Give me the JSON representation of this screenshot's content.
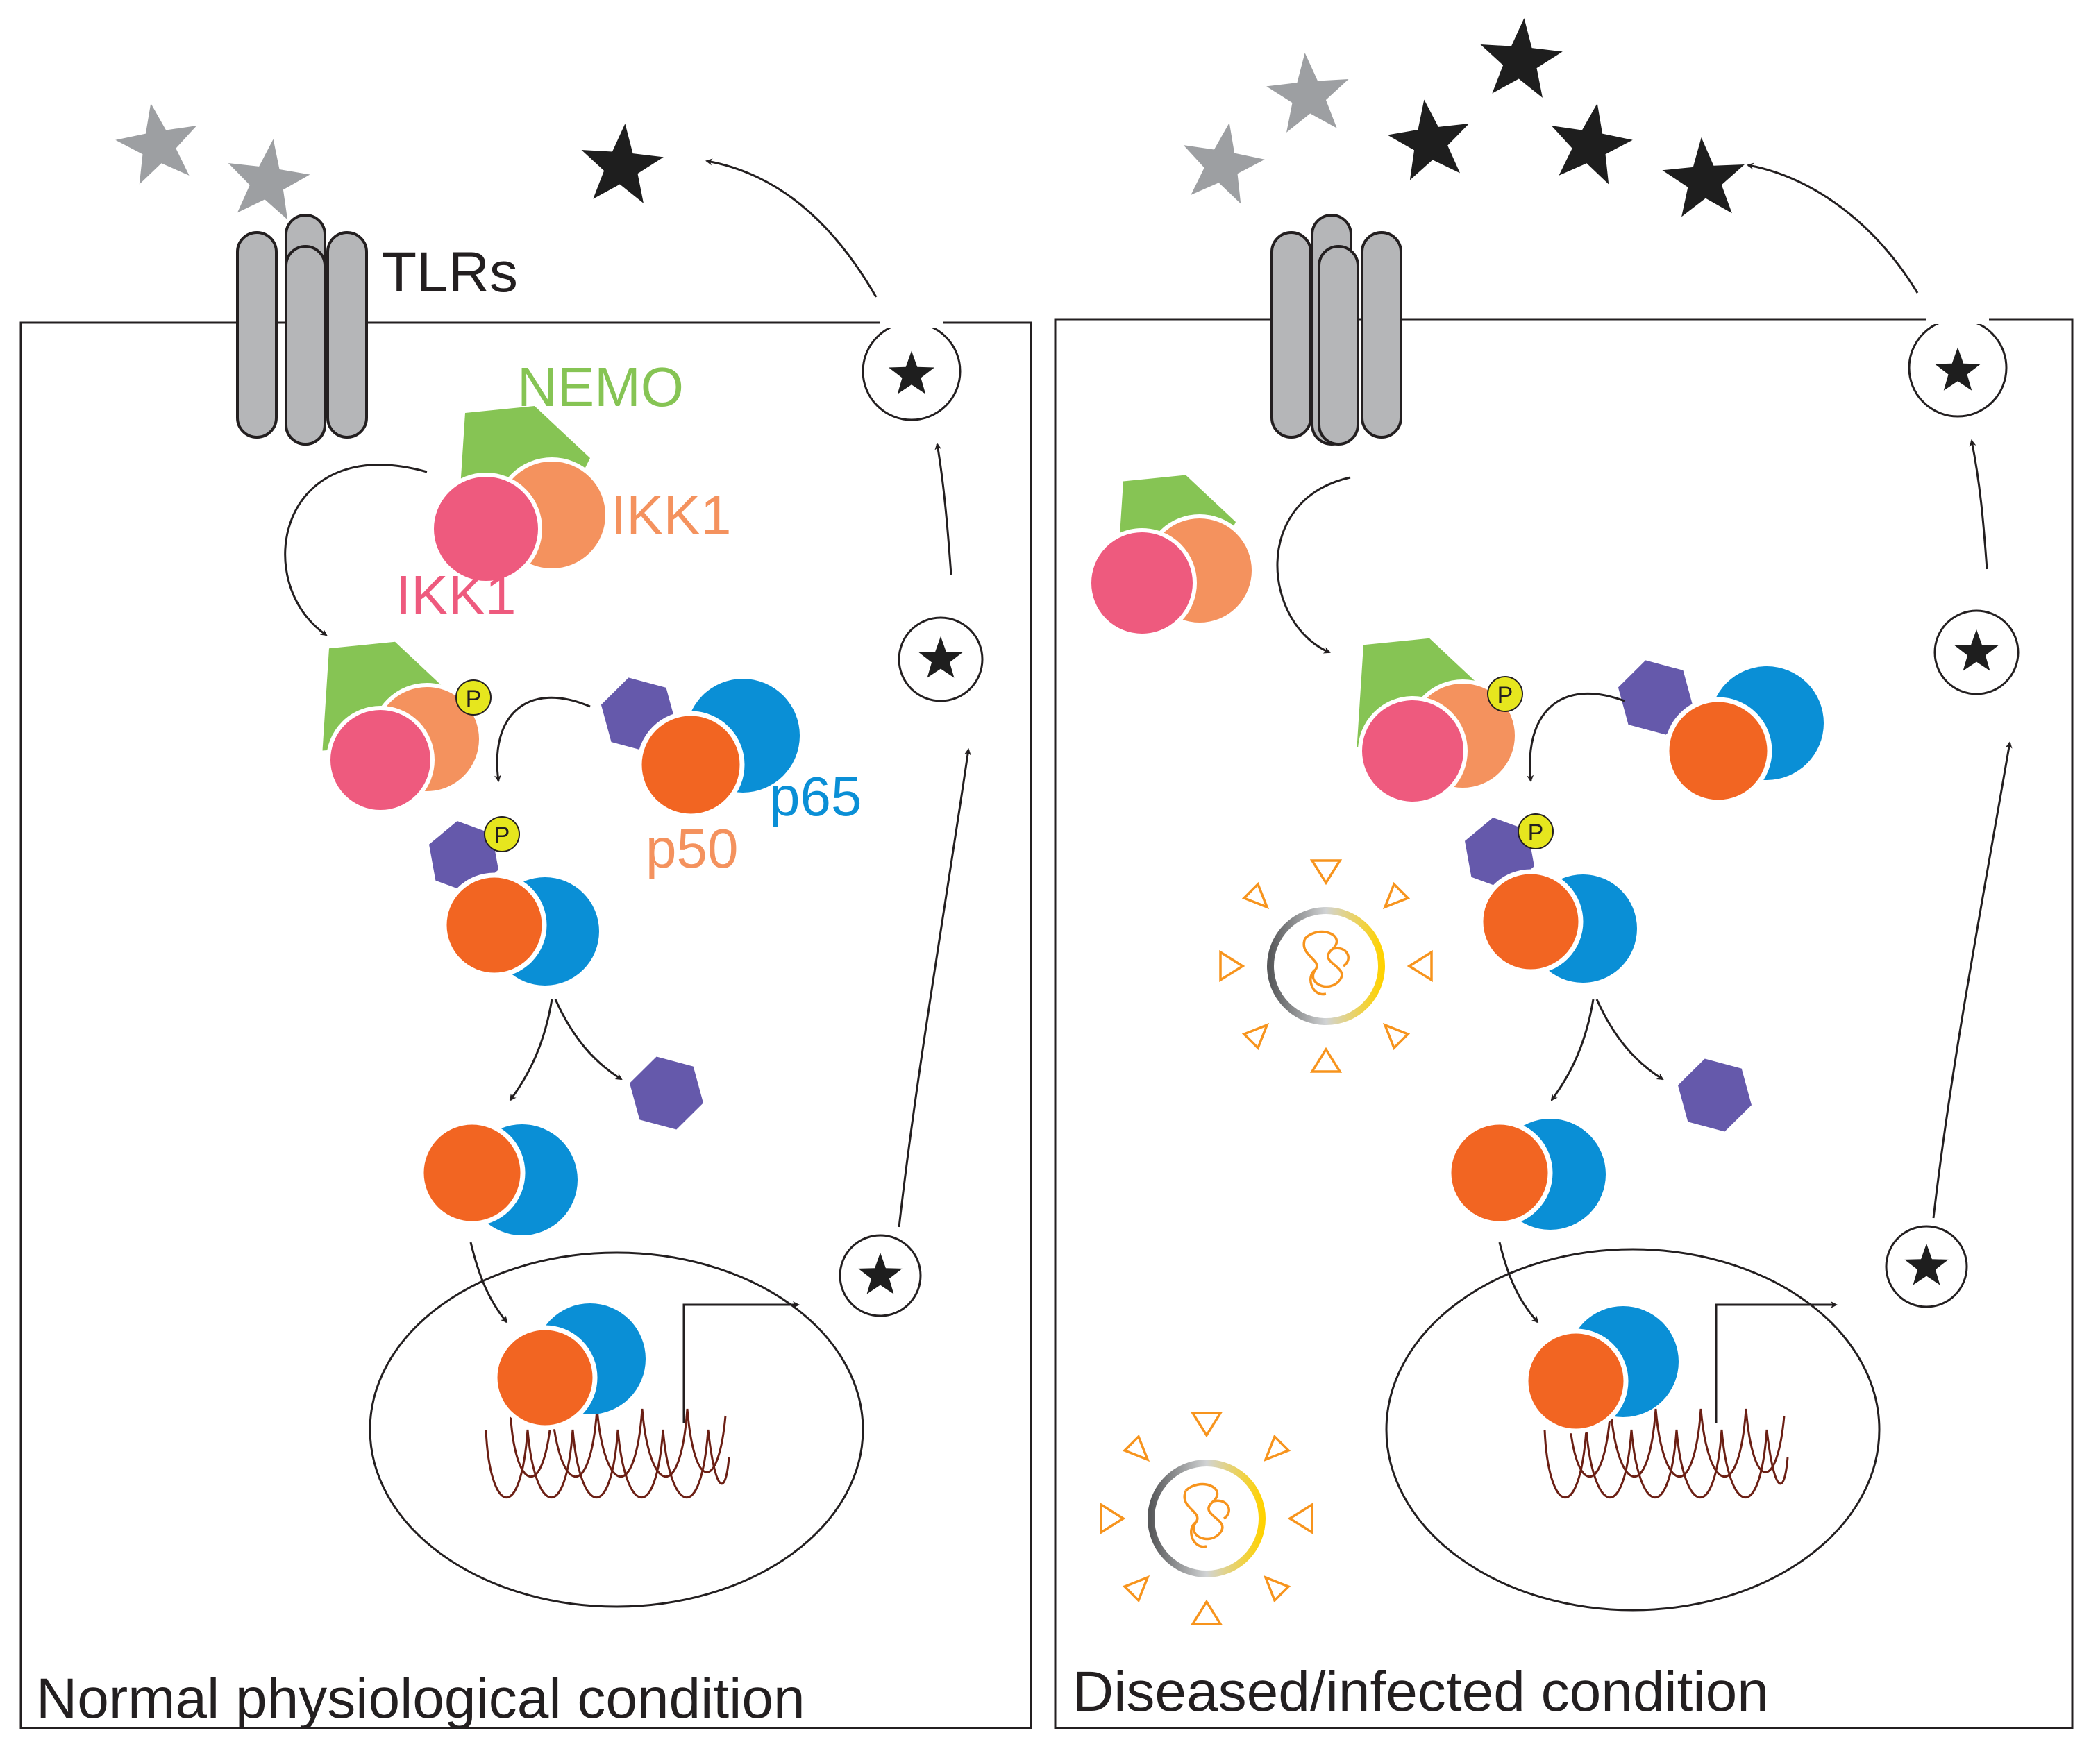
{
  "labels": {
    "tlrs": "TLRs",
    "nemo": "NEMO",
    "ikk_orange": "IKK1",
    "ikk_pink": "IKK1",
    "phospho": "P",
    "p50": "p50",
    "p65": "p65",
    "normal_condition": "Normal physiological condition",
    "diseased_condition": "Diseased/infected condition"
  },
  "colors": {
    "nemo_green": "#86c454",
    "ikk_salmon": "#f4925e",
    "ikk_pink": "#ee5a7e",
    "ikba_purple": "#6559ab",
    "p50_orange": "#f26522",
    "p65_blue": "#0a8fd6",
    "phospho_yellow": "#e6e61e",
    "receptor_gray": "#b5b6b8",
    "ligand_gray": "#9d9fa2",
    "cytokine_black": "#1e1e1e",
    "dna_brown": "#6b1f14",
    "virus_orange": "#f7941d",
    "nemo_label": "#86c454",
    "ikk_orange_label": "#f4925e",
    "ikk_pink_label": "#ee5a7e",
    "p50_label": "#f4925e",
    "p65_label": "#0a8fd6"
  }
}
